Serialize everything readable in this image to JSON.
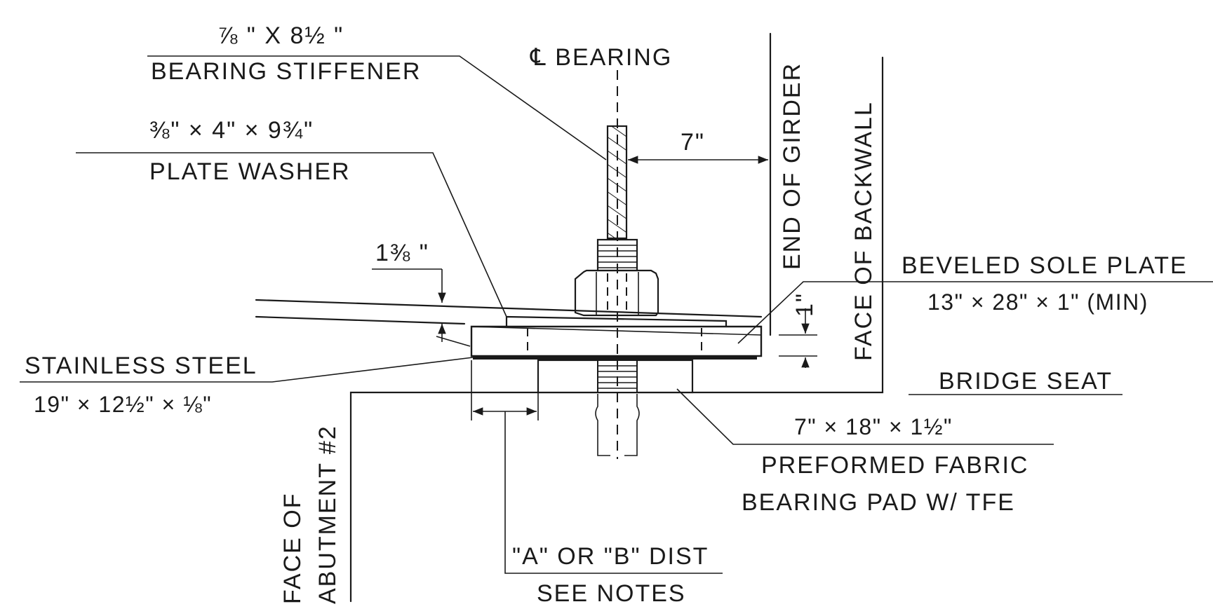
{
  "labels": {
    "stiffener_dim": "⅞ \" X 8½ \"",
    "stiffener_name": "BEARING STIFFENER",
    "cl_bearing": "℄ BEARING",
    "washer_dim": "⅜\" × 4\" × 9¾\"",
    "washer_name": "PLATE WASHER",
    "dim_7": "7\"",
    "end_of_girder": "END OF GIRDER",
    "face_of_backwall": "FACE OF BACKWALL",
    "dim_1_3_8": "1⅜ \"",
    "dim_1": "1\"",
    "sole_plate_name": "BEVELED SOLE PLATE",
    "sole_plate_dim": "13\" × 28\" × 1\" (MIN)",
    "stainless_name": "STAINLESS STEEL",
    "stainless_dim": "19\" × 12½\" × ⅛\"",
    "bridge_seat": "BRIDGE SEAT",
    "pad_dim": "7\" × 18\" × 1½\"",
    "pad_name_1": "PREFORMED FABRIC",
    "pad_name_2": "BEARING PAD W/ TFE",
    "face_of_1": "FACE OF",
    "face_of_2": "ABUTMENT #2",
    "dist_note_1": "\"A\" OR \"B\" DIST",
    "dist_note_2": "SEE NOTES"
  }
}
